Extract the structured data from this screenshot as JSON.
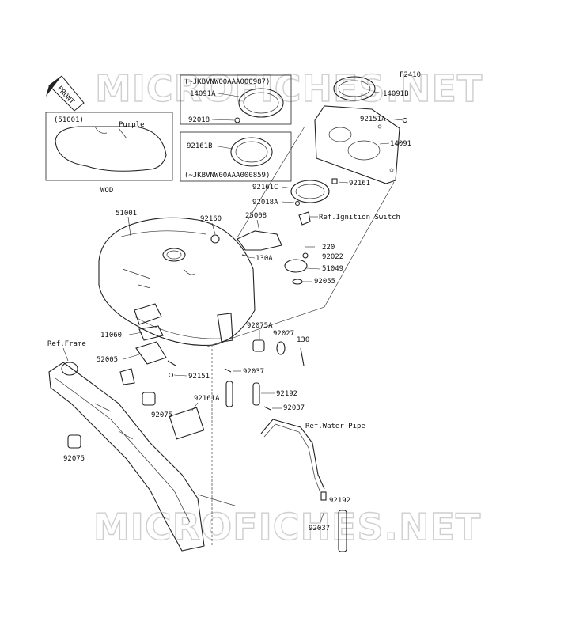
{
  "watermark": "MICROFICHES.NET",
  "figure_code": "F2410",
  "direction_arrow": "FRONT",
  "inset": {
    "code": "(51001)",
    "color_note": "Purple",
    "caption": "WOD"
  },
  "serial_box_top": "(~JKBVNW00AAA000987)",
  "serial_box_bottom": "(~JKBVNW00AAA000859)",
  "refs": {
    "ignition_switch": "Ref.Ignition Switch",
    "frame": "Ref.Frame",
    "water_pipe": "Ref.Water Pipe"
  },
  "parts": {
    "p14091A": "14091A",
    "p14091B": "14091B",
    "p92018": "92018",
    "p92151A": "92151A",
    "p14091": "14091",
    "p92161B": "92161B",
    "p92161C": "92161C",
    "p92161": "92161",
    "p92018A": "92018A",
    "p51001": "51001",
    "p92160": "92160",
    "p25008": "25008",
    "p220": "220",
    "p92022": "92022",
    "p130A": "130A",
    "p51049": "51049",
    "p92055": "92055",
    "p92075A": "92075A",
    "p92027": "92027",
    "p130": "130",
    "p11060": "11060",
    "p52005": "52005",
    "p92151": "92151",
    "p92037a": "92037",
    "p92192a": "92192",
    "p92037b": "92037",
    "p92161A": "92161A",
    "p92075a": "92075",
    "p92075b": "92075",
    "p92192b": "92192",
    "p92037c": "92037"
  },
  "icons": [
    "front-arrow-icon"
  ]
}
